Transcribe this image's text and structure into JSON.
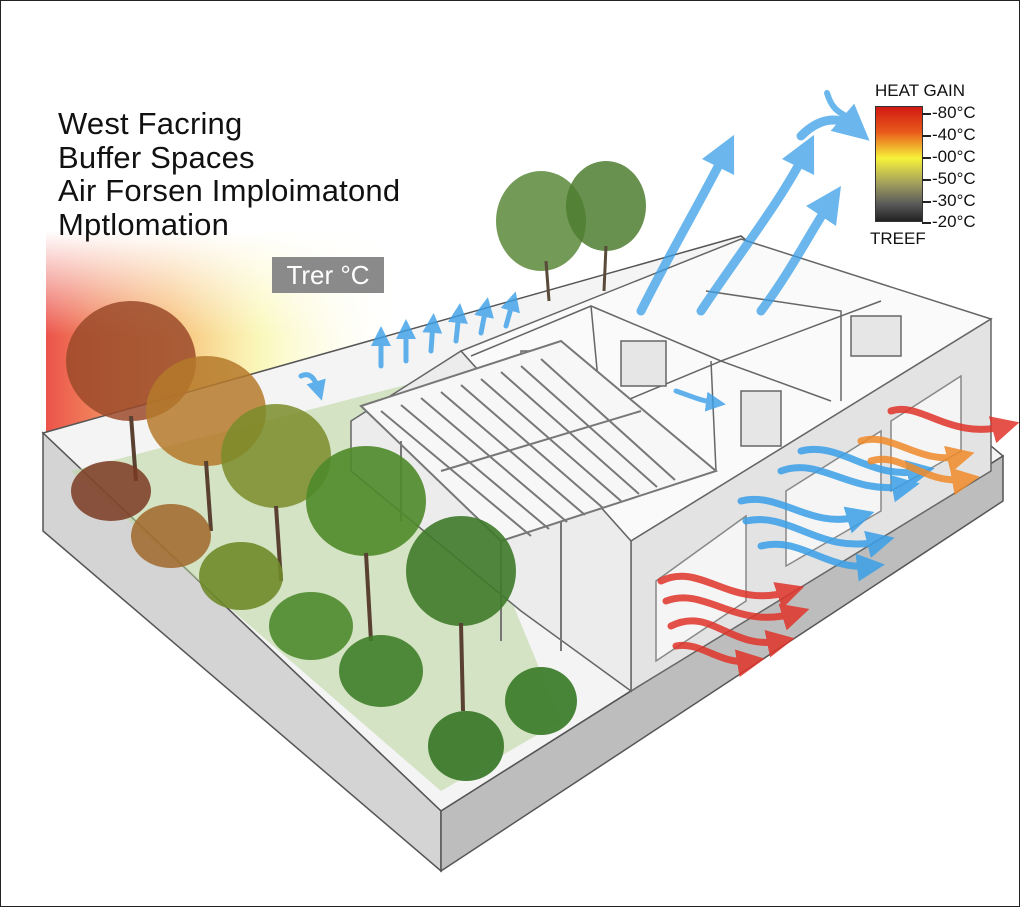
{
  "title_lines": [
    "West Facring",
    "Buffer Spaces",
    "Air Forsen Imploimatond",
    "Mptlomation"
  ],
  "temperature_label": "Trer °C",
  "legend": {
    "title": "HEAT GAIN",
    "ticks": [
      "-80°C",
      "-40°C",
      "-00°C",
      "-50°C",
      "-30°C",
      "-20°C"
    ],
    "footer": "TREEF",
    "colors": [
      "#d11a12",
      "#e85a1a",
      "#f7f23a",
      "#a6a35c",
      "#5a5a5a",
      "#222222"
    ]
  },
  "colors": {
    "hot_air": "#e0342a",
    "warm_air": "#f08a2a",
    "cool_air": "#3aa0e8",
    "foliage": "#4f8a2a",
    "structure": "#efefef"
  }
}
